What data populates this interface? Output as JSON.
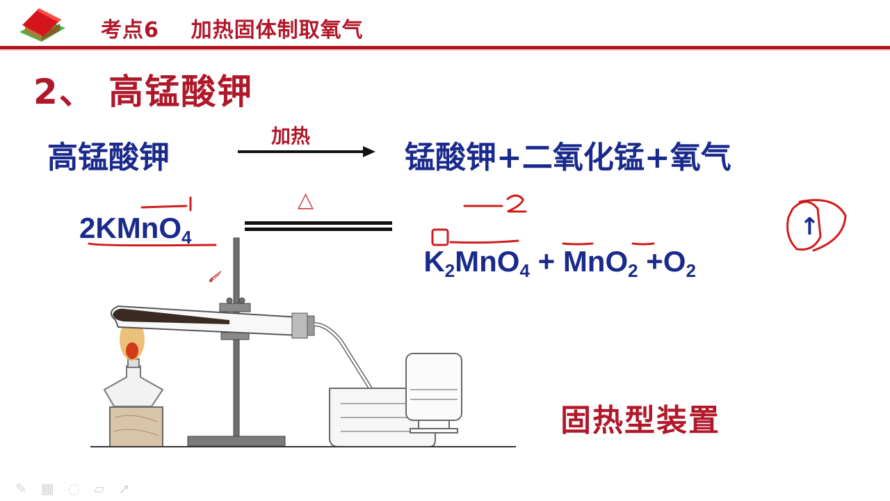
{
  "header": {
    "logo_icon": "house-icon",
    "title": "考点6    加热固体制取氧气"
  },
  "section": {
    "title": "2、 高锰酸钾"
  },
  "word_equation": {
    "reactant": "高锰酸钾",
    "condition": "加热",
    "products": "锰酸钾+二氧化锰+氧气"
  },
  "chemical_equation": {
    "reactant_coef": "2",
    "reactant": "KMnO",
    "reactant_sub": "4",
    "condition_symbol": "△",
    "product1_a": "K",
    "product1_sub_k": "2",
    "product1_b": "MnO",
    "product1_sub_o": "4",
    "plus1": " + ",
    "product2": "MnO",
    "product2_sub": "2",
    "plus2": " +",
    "product3": "O",
    "product3_sub": "2",
    "gas_arrow": "↑"
  },
  "annotations": {
    "valence_kmno4": "—ı",
    "valence_k2mno4": "—2",
    "color": "#d01c1c"
  },
  "diagram": {
    "label": "固热型装置",
    "components": [
      "alcohol-lamp",
      "wood-block",
      "test-tube",
      "iron-stand",
      "delivery-tube",
      "water-trough",
      "gas-collecting-bottle"
    ]
  },
  "toolbar": {
    "items": [
      "pen-icon",
      "grid-icon",
      "eraser-icon",
      "highlighter-icon",
      "pointer-icon"
    ]
  },
  "colors": {
    "title_red": "#b0182a",
    "equation_blue": "#1a2a8c",
    "annotation_red": "#d01c1c"
  }
}
